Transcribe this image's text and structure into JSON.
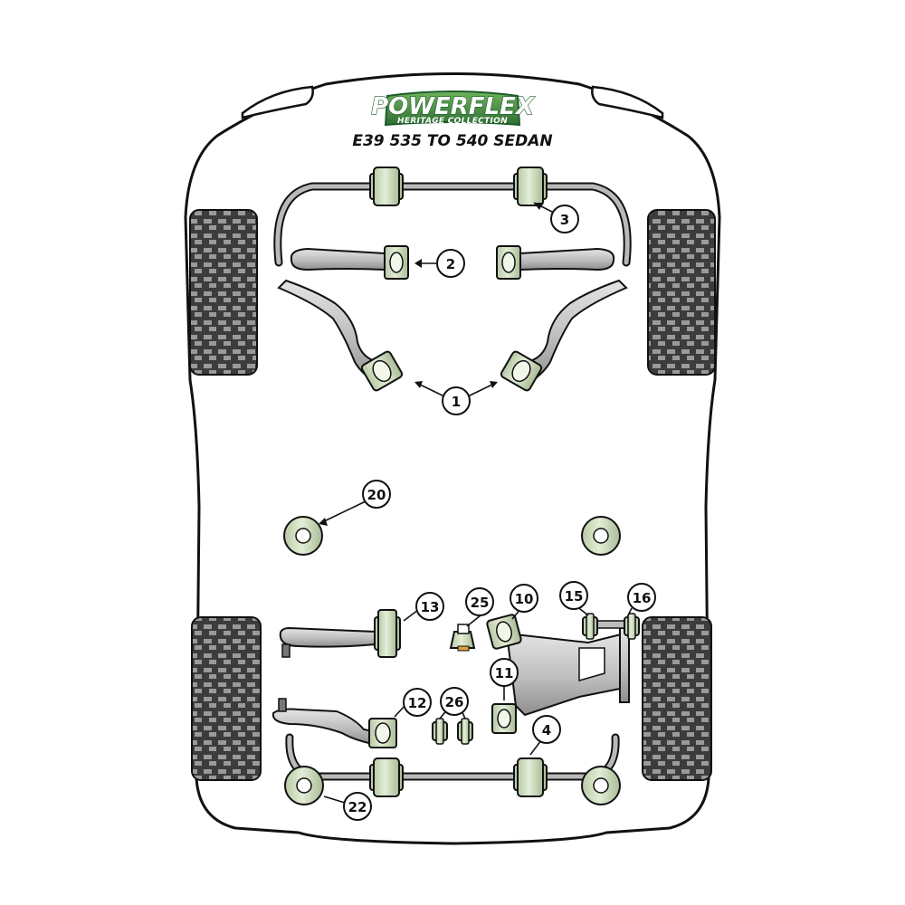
{
  "logo": {
    "brand": "POWERFLEX",
    "subline": "HERITAGE COLLECTION"
  },
  "title": "E39 535 TO 540 SEDAN",
  "callouts": {
    "c1": "1",
    "c2": "2",
    "c3": "3",
    "c4": "4",
    "c10": "10",
    "c11": "11",
    "c12": "12",
    "c13": "13",
    "c15": "15",
    "c16": "16",
    "c20": "20",
    "c22": "22",
    "c25": "25",
    "c26": "26"
  },
  "colors": {
    "outline": "#111111",
    "bush_fill": "#d8e6c8",
    "bush_shadow": "#9fb08f",
    "arm_fill": "#c9c9c9",
    "arm_shadow": "#8f8f8f",
    "tyre_dark": "#3c3c3c",
    "tyre_light": "#9a9a9a",
    "logo_green": "#3f8a3f",
    "logo_dark": "#1d5b2a"
  }
}
